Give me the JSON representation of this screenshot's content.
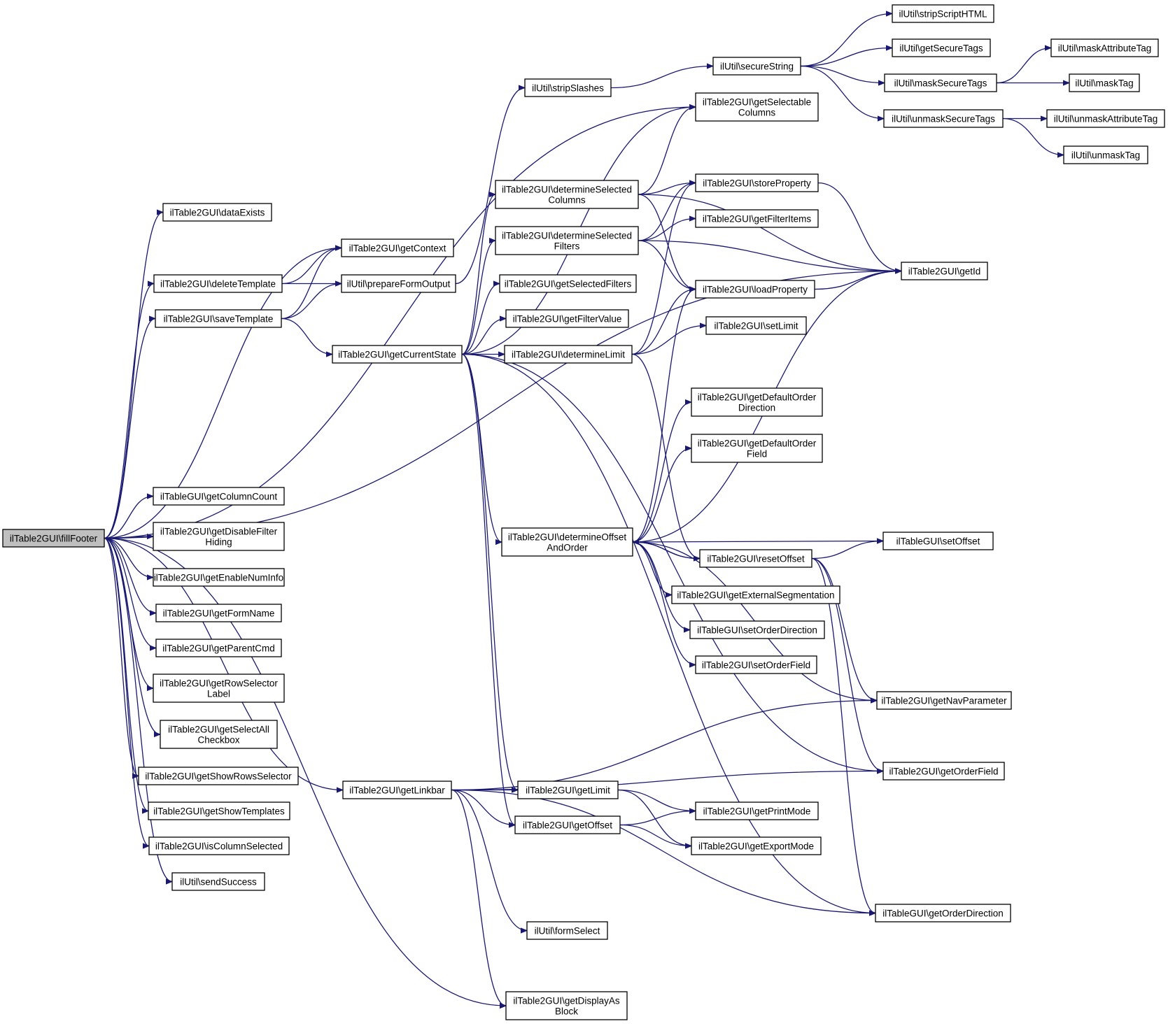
{
  "colors": {
    "edge": "#191970",
    "root_fill": "#bfbfbf",
    "node_fill": "#ffffff",
    "node_border": "#000000"
  },
  "nodes": {
    "fillFooter": [
      "ilTable2GUI\\fillFooter"
    ],
    "dataExists": [
      "ilTable2GUI\\dataExists"
    ],
    "getContext": [
      "ilTable2GUI\\getContext"
    ],
    "deleteTemplate": [
      "ilTable2GUI\\deleteTemplate"
    ],
    "prepareFormOutput": [
      "ilUtil\\prepareFormOutput"
    ],
    "saveTemplate": [
      "ilTable2GUI\\saveTemplate"
    ],
    "getCurrentState": [
      "ilTable2GUI\\getCurrentState"
    ],
    "stripSlashes": [
      "ilUtil\\stripSlashes"
    ],
    "secureString": [
      "ilUtil\\secureString"
    ],
    "stripScriptHTML": [
      "ilUtil\\stripScriptHTML"
    ],
    "getSecureTags": [
      "ilUtil\\getSecureTags"
    ],
    "maskSecureTags": [
      "ilUtil\\maskSecureTags"
    ],
    "unmaskSecureTags": [
      "ilUtil\\unmaskSecureTags"
    ],
    "maskAttributeTag": [
      "ilUtil\\maskAttributeTag"
    ],
    "maskTag": [
      "ilUtil\\maskTag"
    ],
    "unmaskAttributeTag": [
      "ilUtil\\unmaskAttributeTag"
    ],
    "unmaskTag": [
      "ilUtil\\unmaskTag"
    ],
    "getSelectableColumns": [
      "ilTable2GUI\\getSelectable",
      "Columns"
    ],
    "determineSelectedColumns": [
      "ilTable2GUI\\determineSelected",
      "Columns"
    ],
    "determineSelectedFilters": [
      "ilTable2GUI\\determineSelected",
      "Filters"
    ],
    "storeProperty": [
      "ilTable2GUI\\storeProperty"
    ],
    "getFilterItems": [
      "ilTable2GUI\\getFilterItems"
    ],
    "getId": [
      "ilTable2GUI\\getId"
    ],
    "loadProperty": [
      "ilTable2GUI\\loadProperty"
    ],
    "getSelectedFilters": [
      "ilTable2GUI\\getSelectedFilters"
    ],
    "getFilterValue": [
      "ilTable2GUI\\getFilterValue"
    ],
    "determineLimit": [
      "ilTable2GUI\\determineLimit"
    ],
    "setLimit": [
      "ilTable2GUI\\setLimit"
    ],
    "getDefaultOrderDirection": [
      "ilTable2GUI\\getDefaultOrder",
      "Direction"
    ],
    "getDefaultOrderField": [
      "ilTable2GUI\\getDefaultOrder",
      "Field"
    ],
    "determineOffsetAndOrder": [
      "ilTable2GUI\\determineOffset",
      "AndOrder"
    ],
    "resetOffset": [
      "ilTable2GUI\\resetOffset"
    ],
    "setOffset": [
      "ilTableGUI\\setOffset"
    ],
    "getExternalSegmentation": [
      "ilTable2GUI\\getExternalSegmentation"
    ],
    "setOrderDirection": [
      "ilTableGUI\\setOrderDirection"
    ],
    "setOrderField": [
      "ilTable2GUI\\setOrderField"
    ],
    "getNavParameter": [
      "ilTable2GUI\\getNavParameter"
    ],
    "getOrderField": [
      "ilTable2GUI\\getOrderField"
    ],
    "getColumnCount": [
      "ilTableGUI\\getColumnCount"
    ],
    "getDisableFilterHiding": [
      "ilTable2GUI\\getDisableFilter",
      "Hiding"
    ],
    "getEnableNumInfo": [
      "ilTable2GUI\\getEnableNumInfo"
    ],
    "getFormName": [
      "ilTable2GUI\\getFormName"
    ],
    "getParentCmd": [
      "ilTable2GUI\\getParentCmd"
    ],
    "getRowSelectorLabel": [
      "ilTable2GUI\\getRowSelector",
      "Label"
    ],
    "getSelectAllCheckbox": [
      "ilTable2GUI\\getSelectAll",
      "Checkbox"
    ],
    "getShowRowsSelector": [
      "ilTable2GUI\\getShowRowsSelector"
    ],
    "getShowTemplates": [
      "ilTable2GUI\\getShowTemplates"
    ],
    "isColumnSelected": [
      "ilTable2GUI\\isColumnSelected"
    ],
    "sendSuccess": [
      "ilUtil\\sendSuccess"
    ],
    "getLinkbar": [
      "ilTable2GUI\\getLinkbar"
    ],
    "getLimit": [
      "ilTable2GUI\\getLimit"
    ],
    "getOffset": [
      "ilTable2GUI\\getOffset"
    ],
    "getPrintMode": [
      "ilTable2GUI\\getPrintMode"
    ],
    "getExportMode": [
      "ilTable2GUI\\getExportMode"
    ],
    "getOrderDirection": [
      "ilTableGUI\\getOrderDirection"
    ],
    "formSelect": [
      "ilUtil\\formSelect"
    ],
    "getDisplayAsBlock": [
      "ilTable2GUI\\getDisplayAs",
      "Block"
    ]
  },
  "edges": [
    [
      "fillFooter",
      "dataExists"
    ],
    [
      "fillFooter",
      "getContext"
    ],
    [
      "fillFooter",
      "deleteTemplate"
    ],
    [
      "fillFooter",
      "saveTemplate"
    ],
    [
      "fillFooter",
      "getSelectableColumns"
    ],
    [
      "fillFooter",
      "getId"
    ],
    [
      "fillFooter",
      "getLinkbar"
    ],
    [
      "fillFooter",
      "getDisplayAsBlock"
    ],
    [
      "fillFooter",
      "getColumnCount"
    ],
    [
      "fillFooter",
      "getDisableFilterHiding"
    ],
    [
      "fillFooter",
      "getEnableNumInfo"
    ],
    [
      "fillFooter",
      "getFormName"
    ],
    [
      "fillFooter",
      "getParentCmd"
    ],
    [
      "fillFooter",
      "getRowSelectorLabel"
    ],
    [
      "fillFooter",
      "getSelectAllCheckbox"
    ],
    [
      "fillFooter",
      "getShowRowsSelector"
    ],
    [
      "fillFooter",
      "getShowTemplates"
    ],
    [
      "fillFooter",
      "isColumnSelected"
    ],
    [
      "fillFooter",
      "sendSuccess"
    ],
    [
      "deleteTemplate",
      "getContext"
    ],
    [
      "deleteTemplate",
      "prepareFormOutput"
    ],
    [
      "saveTemplate",
      "getContext"
    ],
    [
      "saveTemplate",
      "prepareFormOutput"
    ],
    [
      "saveTemplate",
      "getCurrentState"
    ],
    [
      "prepareFormOutput",
      "stripSlashes"
    ],
    [
      "stripSlashes",
      "secureString"
    ],
    [
      "secureString",
      "stripScriptHTML"
    ],
    [
      "secureString",
      "getSecureTags"
    ],
    [
      "secureString",
      "maskSecureTags"
    ],
    [
      "secureString",
      "unmaskSecureTags"
    ],
    [
      "maskSecureTags",
      "maskAttributeTag"
    ],
    [
      "maskSecureTags",
      "maskTag"
    ],
    [
      "unmaskSecureTags",
      "unmaskAttributeTag"
    ],
    [
      "unmaskSecureTags",
      "unmaskTag"
    ],
    [
      "getCurrentState",
      "determineSelectedColumns"
    ],
    [
      "getCurrentState",
      "determineSelectedFilters"
    ],
    [
      "getCurrentState",
      "getSelectedFilters"
    ],
    [
      "getCurrentState",
      "getFilterValue"
    ],
    [
      "getCurrentState",
      "determineLimit"
    ],
    [
      "getCurrentState",
      "determineOffsetAndOrder"
    ],
    [
      "getCurrentState",
      "getLimit"
    ],
    [
      "getCurrentState",
      "getOffset"
    ],
    [
      "getCurrentState",
      "getOrderField"
    ],
    [
      "getCurrentState",
      "getOrderDirection"
    ],
    [
      "getCurrentState",
      "getSelectableColumns"
    ],
    [
      "determineSelectedColumns",
      "getSelectableColumns"
    ],
    [
      "determineSelectedColumns",
      "storeProperty"
    ],
    [
      "determineSelectedColumns",
      "getId"
    ],
    [
      "determineSelectedColumns",
      "loadProperty"
    ],
    [
      "determineSelectedFilters",
      "storeProperty"
    ],
    [
      "determineSelectedFilters",
      "getFilterItems"
    ],
    [
      "determineSelectedFilters",
      "getId"
    ],
    [
      "determineSelectedFilters",
      "loadProperty"
    ],
    [
      "storeProperty",
      "getId"
    ],
    [
      "loadProperty",
      "getId"
    ],
    [
      "determineLimit",
      "storeProperty"
    ],
    [
      "determineLimit",
      "loadProperty"
    ],
    [
      "determineLimit",
      "setLimit"
    ],
    [
      "determineLimit",
      "resetOffset"
    ],
    [
      "determineOffsetAndOrder",
      "loadProperty"
    ],
    [
      "determineOffsetAndOrder",
      "getDefaultOrderDirection"
    ],
    [
      "determineOffsetAndOrder",
      "getDefaultOrderField"
    ],
    [
      "determineOffsetAndOrder",
      "getId"
    ],
    [
      "determineOffsetAndOrder",
      "resetOffset"
    ],
    [
      "determineOffsetAndOrder",
      "getExternalSegmentation"
    ],
    [
      "determineOffsetAndOrder",
      "setOrderDirection"
    ],
    [
      "determineOffsetAndOrder",
      "setOrderField"
    ],
    [
      "determineOffsetAndOrder",
      "getNavParameter"
    ],
    [
      "determineOffsetAndOrder",
      "setOffset"
    ],
    [
      "resetOffset",
      "setOffset"
    ],
    [
      "resetOffset",
      "getNavParameter"
    ],
    [
      "resetOffset",
      "getOrderField"
    ],
    [
      "resetOffset",
      "getOrderDirection"
    ],
    [
      "resetOffset",
      "determineOffsetAndOrder"
    ],
    [
      "getLinkbar",
      "getNavParameter"
    ],
    [
      "getLinkbar",
      "getLimit"
    ],
    [
      "getLinkbar",
      "getOffset"
    ],
    [
      "getLinkbar",
      "getOrderField"
    ],
    [
      "getLinkbar",
      "getOrderDirection"
    ],
    [
      "getLinkbar",
      "formSelect"
    ],
    [
      "getLinkbar",
      "getDisplayAsBlock"
    ],
    [
      "getLimit",
      "getPrintMode"
    ],
    [
      "getLimit",
      "getExportMode"
    ],
    [
      "getOffset",
      "getPrintMode"
    ],
    [
      "getOffset",
      "getExportMode"
    ]
  ]
}
